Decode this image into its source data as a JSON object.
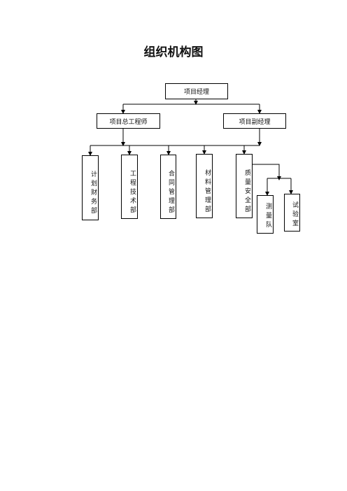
{
  "title": "组织机构图",
  "nodes": {
    "manager": "项目经理",
    "chief_engineer": "项目总工程师",
    "deputy_manager": "项目副经理",
    "dept_planning_finance": "计划财务部",
    "dept_engineering": "工程技术部",
    "dept_contract": "合同管理部",
    "dept_materials": "材料管理部",
    "dept_quality_safety": "质量安全部",
    "team_survey": "测量队",
    "lab": "试验室"
  }
}
